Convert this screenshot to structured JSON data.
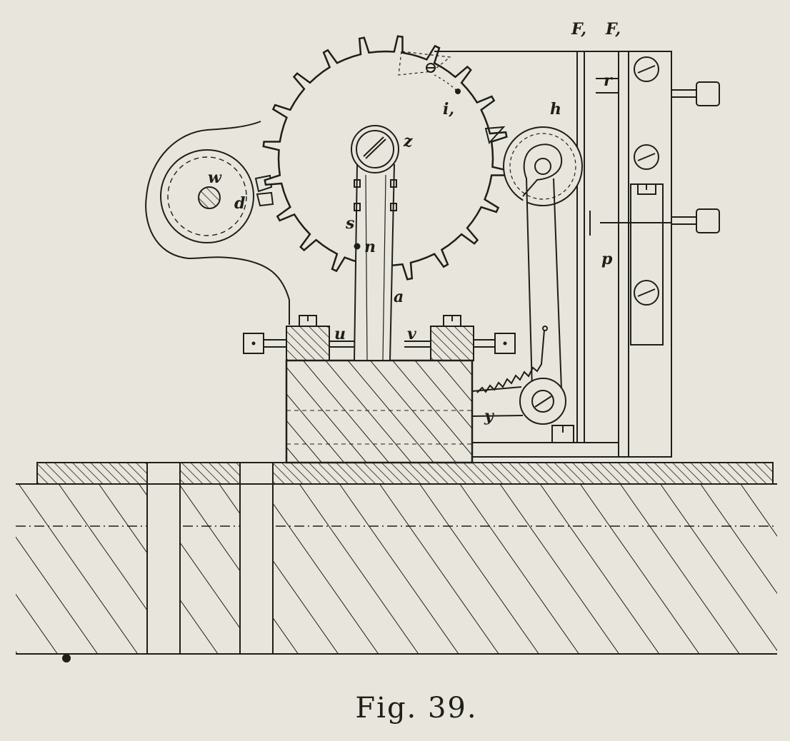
{
  "figure": {
    "caption": "Fig. 39.",
    "labels": {
      "w": "w",
      "d": "d",
      "z": "z",
      "s": "s",
      "n_upper": "n",
      "a": "a",
      "u": "u",
      "v": "v",
      "y": "y",
      "h": "h",
      "r": "r",
      "p": "p",
      "F1": "F,",
      "F2": "F,",
      "i": "i,"
    }
  }
}
